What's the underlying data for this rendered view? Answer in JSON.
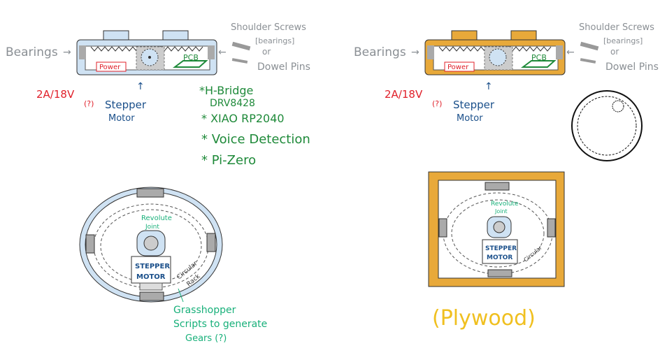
{
  "left_side_view": {
    "bearings_label": "Bearings",
    "shoulder_label_1": "Shoulder Screws",
    "shoulder_label_2": "[bearings]",
    "shoulder_label_3": "or",
    "shoulder_label_4": "Dowel Pins",
    "power_label": "Power",
    "pcb_label": "PCB",
    "power_spec": "2A/18V",
    "power_question": "(?)",
    "stepper_label_1": "Stepper",
    "stepper_label_2": "Motor",
    "components": [
      "*H-Bridge",
      "DRV8428",
      "* XIAO RP2040",
      "* Voice Detection",
      "* Pi-Zero"
    ]
  },
  "right_side_view": {
    "bearings_label": "Bearings",
    "shoulder_label_1": "Shoulder Screws",
    "shoulder_label_2": "[bearings]",
    "shoulder_label_3": "or",
    "shoulder_label_4": "Dowel Pins",
    "power_label": "Power",
    "pcb_label": "PCB",
    "power_spec": "2A/18V",
    "power_question": "(?)",
    "stepper_label_1": "Stepper",
    "stepper_label_2": "Motor"
  },
  "left_top_view": {
    "revolute_1": "Revolute",
    "revolute_2": "Joint",
    "motor_1": "STEPPER",
    "motor_2": "MOTOR",
    "rack_1": "Circular",
    "rack_2": "Rack",
    "note_1": "Grasshopper",
    "note_2": "Scripts to generate",
    "note_3": "Gears (?)"
  },
  "right_top_view": {
    "revolute_1": "Revolute",
    "revolute_2": "Joint",
    "motor_1": "STEPPER",
    "motor_2": "MOTOR",
    "rack_1": "Circular",
    "material": "(Plywood)"
  },
  "colors": {
    "blue_fill": "#cfe2f3",
    "orange_fill": "#e8a93a",
    "red": "#e0202a",
    "green": "#1f8a3a",
    "teal": "#18b07a",
    "navy": "#1a4f8a",
    "grey": "#8a8f94",
    "yellow": "#f0c020"
  }
}
